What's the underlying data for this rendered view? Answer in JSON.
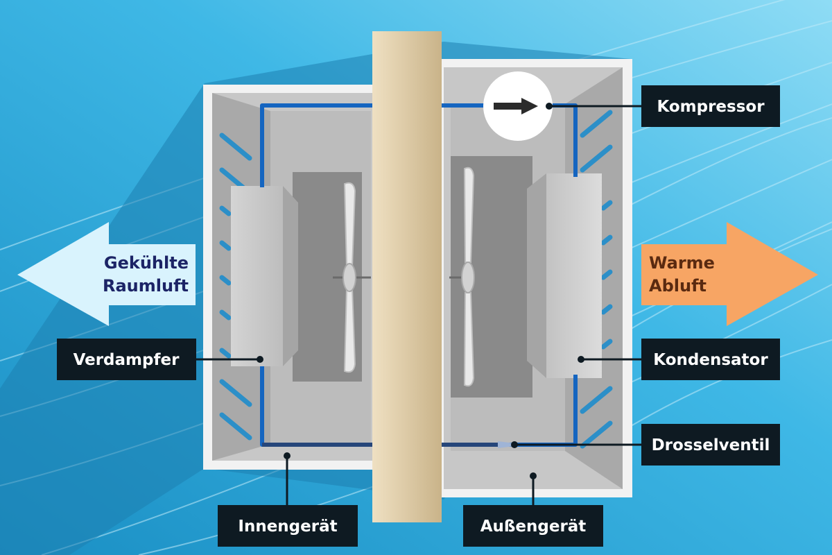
{
  "colors": {
    "background": "#2ea6d6",
    "background_light": "#7fd6f3",
    "label_box": "#0e1a22",
    "label_text": "#ffffff",
    "pipe": "#1565c0",
    "cool_arrow": "#d9f3fd",
    "cool_text": "#1c2466",
    "warm_arrow": "#f7a564",
    "warm_text": "#5a2a10",
    "wall": "#d9c49d"
  },
  "airflow": {
    "cool_line1": "Gekühlte",
    "cool_line2": "Raumluft",
    "warm_line1": "Warme",
    "warm_line2": "Abluft"
  },
  "labels": {
    "compressor": "Kompressor",
    "evaporator": "Verdampfer",
    "condenser": "Kondensator",
    "throttle_valve": "Drosselventil",
    "indoor_unit": "Innengerät",
    "outdoor_unit": "Außengerät"
  },
  "icons": {
    "compressor": "arrow-right-icon",
    "fan": "fan-icon"
  }
}
